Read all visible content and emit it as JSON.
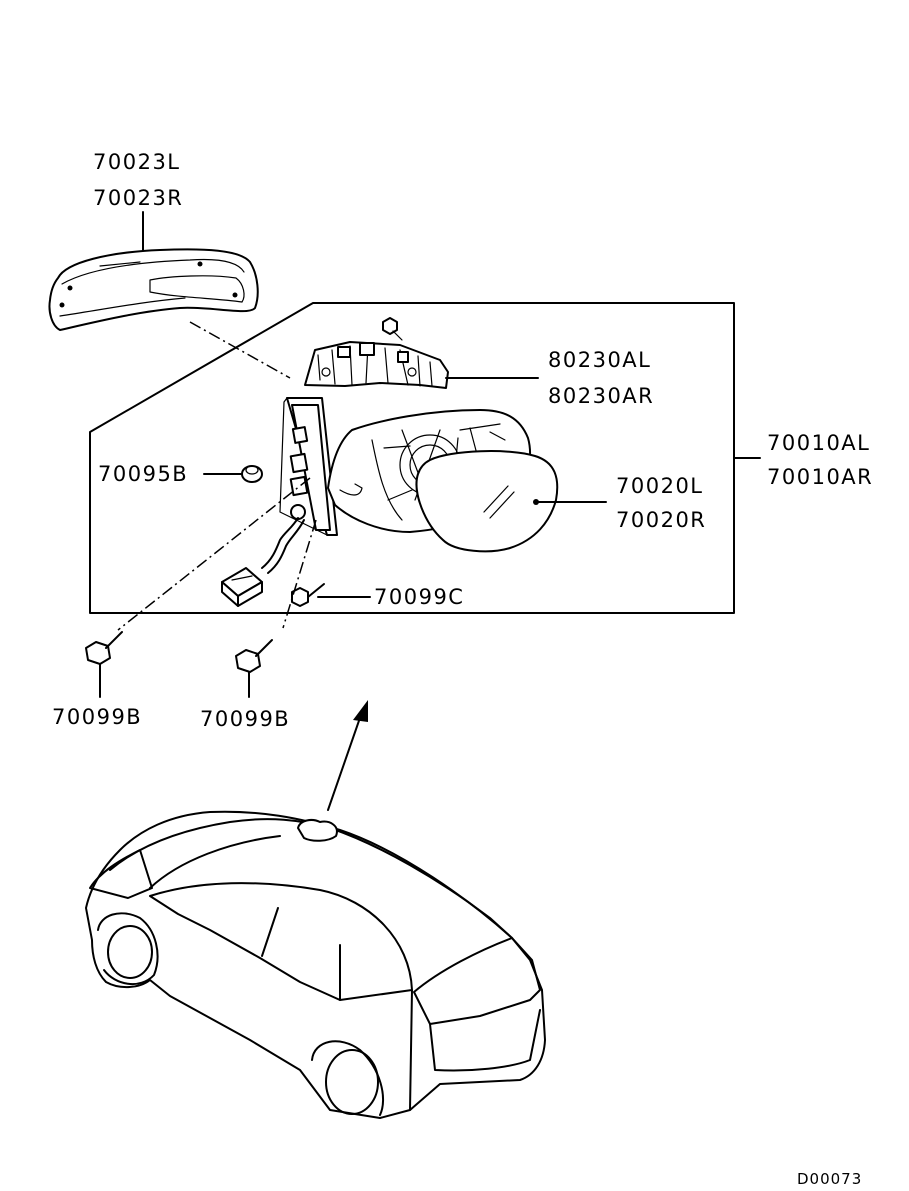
{
  "parts": {
    "cover": {
      "l": "70023L",
      "r": "70023R"
    },
    "bracket": {
      "l": "80230AL",
      "r": "80230AR"
    },
    "mirror_assy": {
      "l": "70010AL",
      "r": "70010AR"
    },
    "glass": {
      "l": "70020L",
      "r": "70020R"
    },
    "grommet": "70095B",
    "screw_c": "70099C",
    "bolt_left": "70099B",
    "bolt_right": "70099B"
  },
  "drawing_code": "D00073"
}
